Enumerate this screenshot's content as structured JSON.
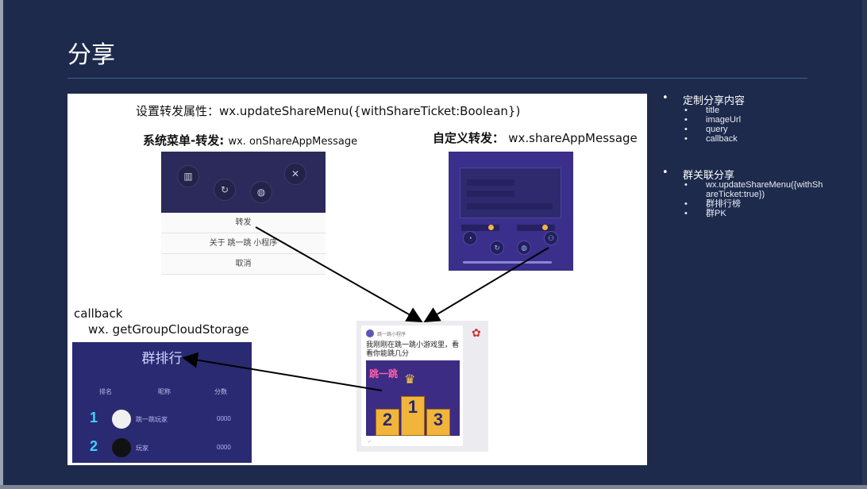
{
  "slide": {
    "title": "分享"
  },
  "panel": {
    "caption_top": "设置转发属性：wx.updateShareMenu({withShareTicket:Boolean})",
    "caption_system": "系统菜单-转发:",
    "caption_system_api": "wx. onShareAppMessage",
    "caption_custom": "自定义转发：",
    "caption_custom_api": "wx.shareAppMessage",
    "caption_callback": "callback",
    "caption_callback_api": "wx. getGroupCloudStorage",
    "system_menu": {
      "icons": [
        "bar-chart-icon",
        "refresh-icon",
        "basket-icon",
        "tools-icon"
      ],
      "items": [
        "转发",
        "关于 跳一跳 小程序",
        "取消"
      ]
    },
    "custom_share": {
      "buttons": [
        "◔",
        "↻",
        "◍",
        "⚇"
      ]
    },
    "ranking": {
      "title": "群排行",
      "tabs": [
        "排名",
        "昵称",
        "分数"
      ],
      "rows": [
        {
          "rank": "1",
          "name": "跳一跳玩家",
          "score": "0000"
        },
        {
          "rank": "2",
          "name": "玩家",
          "score": "0000"
        }
      ]
    },
    "chat": {
      "from": "跳一跳小程序",
      "message": "我刚刚在跳一跳小游戏里，看看你能跳几分",
      "podium": [
        "2",
        "1",
        "3"
      ],
      "tag": "跳一跳"
    }
  },
  "notes": {
    "item1": "定制分享内容",
    "item1_subs": [
      "title",
      "imageUrl",
      "query",
      "callback"
    ],
    "item2": "群关联分享",
    "item2_subs": [
      "wx.updateShareMenu({withSh",
      "areTicket:true})",
      "群排行榜",
      "群PK"
    ],
    "bullet": "•",
    "sub_bullet": "•"
  },
  "colors": {
    "background": "#1d2a4b",
    "rule": "#3e5f96",
    "panel": "#ffffff",
    "mock_dark": "#2b2a5a",
    "accent_cyan": "#40d2ff",
    "podium_gold": "#f2b53c"
  }
}
